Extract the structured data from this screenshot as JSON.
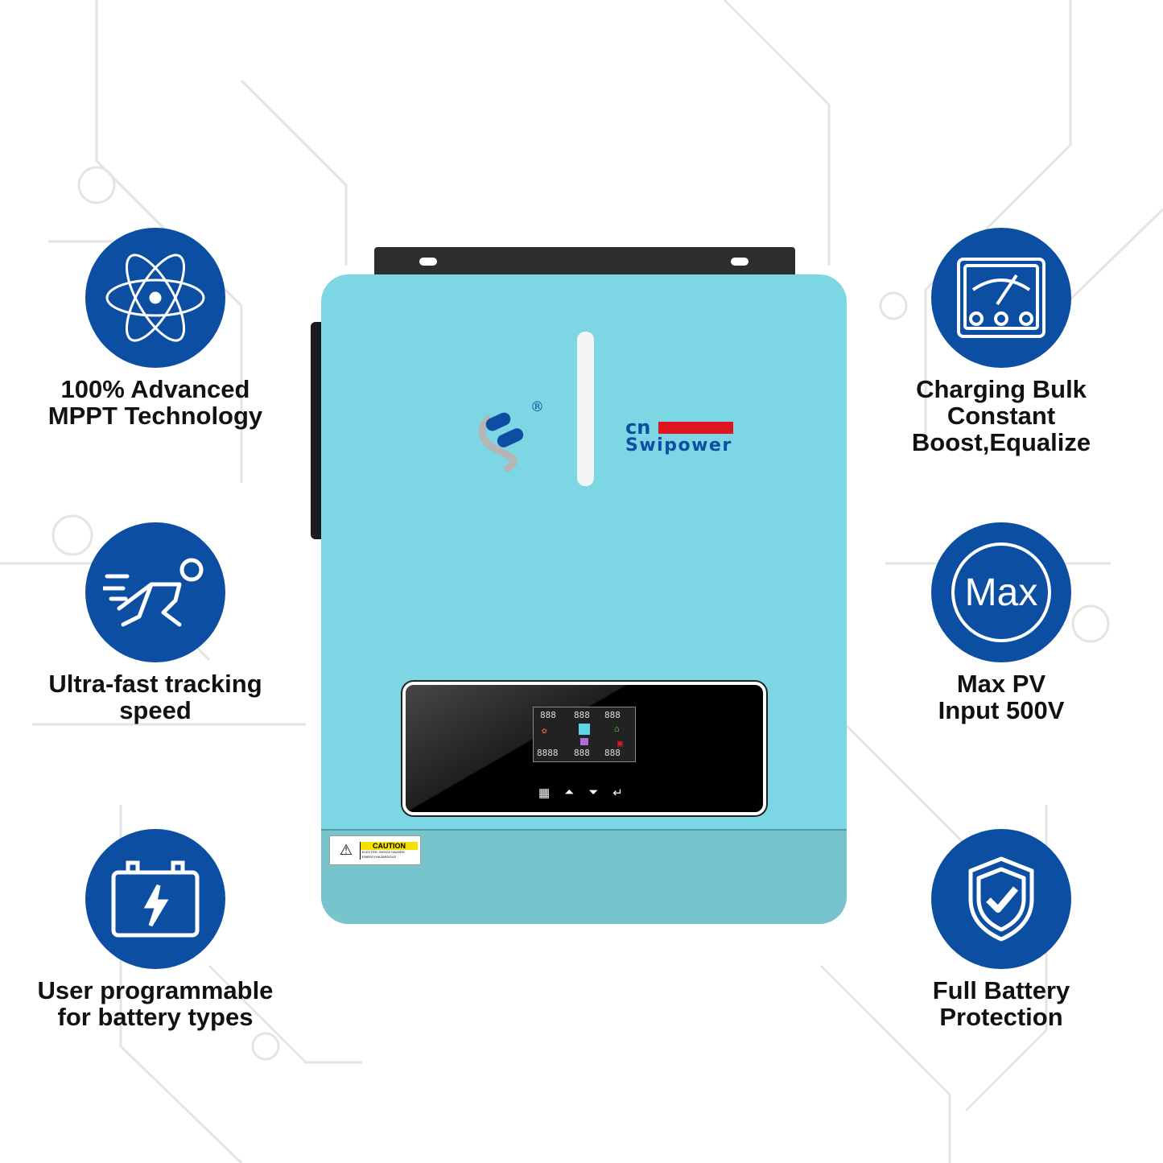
{
  "features": {
    "left": [
      {
        "icon": "atom-icon",
        "lines": [
          "100% Advanced",
          "MPPT Technology"
        ]
      },
      {
        "icon": "running-person-icon",
        "lines": [
          "Ultra-fast tracking",
          "speed"
        ]
      },
      {
        "icon": "battery-bolt-icon",
        "lines": [
          "User programmable",
          "for battery types"
        ]
      }
    ],
    "right": [
      {
        "icon": "meter-gauge-icon",
        "lines": [
          "Charging Bulk",
          "Constant",
          "Boost,Equalize"
        ]
      },
      {
        "icon": "max-icon",
        "badge": "Max",
        "lines": [
          "Max PV",
          "Input 500V"
        ]
      },
      {
        "icon": "shield-check-icon",
        "lines": [
          "Full Battery",
          "Protection"
        ]
      }
    ]
  },
  "device": {
    "brand_top": "cn",
    "brand": "Swipower",
    "registered": "®",
    "lcd": {
      "r1": [
        "888",
        "888",
        "888"
      ],
      "r2": [
        "8888",
        "888",
        "888"
      ]
    },
    "caution": {
      "title": "CAUTION",
      "line1": "ELECTRIC SHOCK HAZARD",
      "line2": "ENERGYHAZARDOUS"
    },
    "keys": [
      "menu",
      "up",
      "down",
      "enter"
    ]
  },
  "colors": {
    "accent": "#0b4ea2",
    "body": "#7dd6e3",
    "brand_red": "#e0141e"
  }
}
